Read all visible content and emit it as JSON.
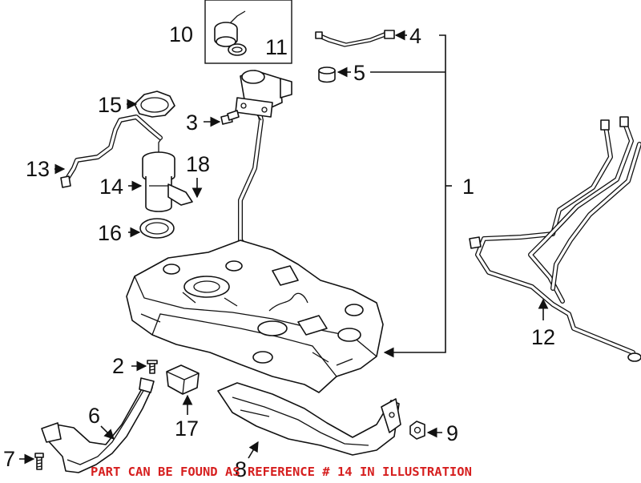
{
  "callouts": {
    "c1": "1",
    "c2": "2",
    "c3": "3",
    "c4": "4",
    "c5": "5",
    "c6": "6",
    "c7": "7",
    "c8": "8",
    "c9": "9",
    "c10": "10",
    "c11": "11",
    "c12": "12",
    "c13": "13",
    "c14": "14",
    "c15": "15",
    "c16": "16",
    "c17": "17",
    "c18": "18"
  },
  "note": "PART CAN BE FOUND AS REFERENCE # 14 IN ILLUSTRATION",
  "colors": {
    "note": "#d61f1f",
    "ink": "#111111",
    "background": "#ffffff"
  }
}
